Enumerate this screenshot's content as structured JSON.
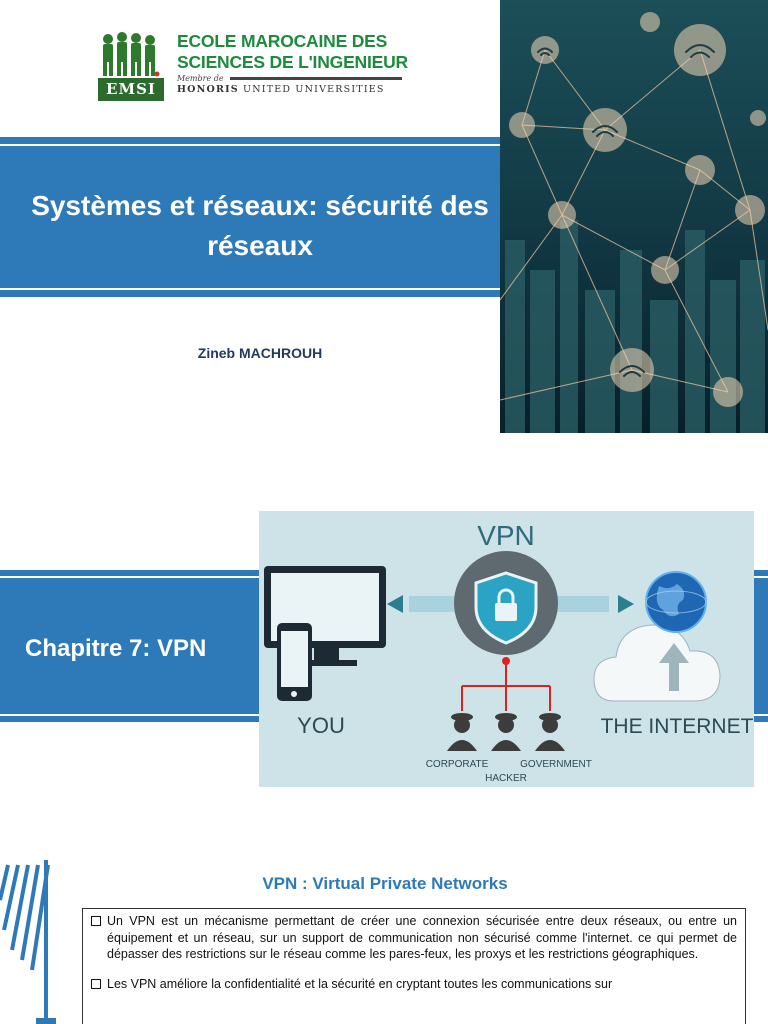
{
  "slide1": {
    "logo": {
      "mark_text": "EMSI",
      "line1": "ECOLE MAROCAINE DES",
      "line2": "SCIENCES DE L'INGENIEUR",
      "member": "Membre de",
      "honoris_bold": "HONORIS",
      "honoris_rest": "UNITED UNIVERSITIES"
    },
    "title": "Systèmes et réseaux: sécurité des réseaux",
    "author": "Zineb MACHROUH"
  },
  "slide2": {
    "title": "Chapitre 7: VPN",
    "diagram": {
      "vpn": "VPN",
      "you": "YOU",
      "internet": "THE INTERNET",
      "corporate": "CORPORATE",
      "government": "GOVERNMENT",
      "hacker": "HACKER"
    }
  },
  "slide3": {
    "title": "VPN : Virtual Private Networks",
    "bullets": [
      "Un VPN est un mécanisme permettant de créer une connexion sécurisée entre deux réseaux, ou entre un équipement et un réseau, sur un support de communication non sécurisé comme l'internet. ce qui permet de dépasser des restrictions sur le réseau comme les pares-feux, les proxys et les restrictions géographiques.",
      "Les VPN améliore la confidentialité et la sécurité en cryptant toutes les communications sur"
    ]
  },
  "colors": {
    "band_blue": "#2e7ab8",
    "logo_green": "#1c8c3c",
    "author_navy": "#1e3a5f"
  }
}
